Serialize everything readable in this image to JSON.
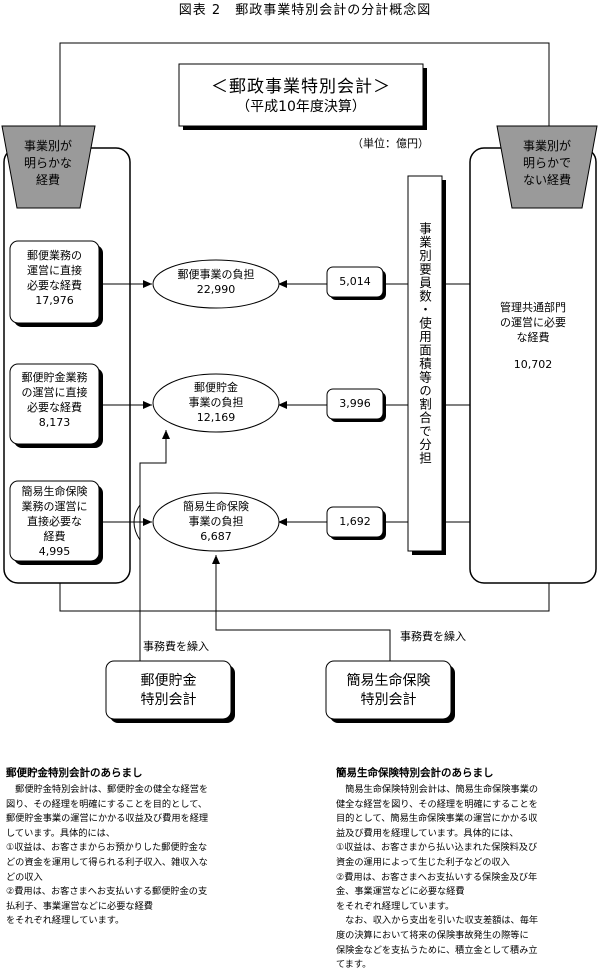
{
  "header": {
    "figure_title": "図表 2　郵政事業特別会計の分計概念図"
  },
  "main_title": {
    "line1": "＜郵政事業特別会計＞",
    "line2": "（平成10年度決算）"
  },
  "unit": "（単位：億円）",
  "left_header": {
    "line1": "事業別が",
    "line2": "明らかな",
    "line3": "経費"
  },
  "right_header": {
    "line1": "事業別が",
    "line2": "明らかで",
    "line3": "ない経費"
  },
  "left_boxes": [
    {
      "lines": [
        "郵便業務の",
        "運営に直接",
        "必要な経費"
      ],
      "value": "17,976"
    },
    {
      "lines": [
        "郵便貯金業務",
        "の運営に直接",
        "必要な経費"
      ],
      "value": "8,173"
    },
    {
      "lines": [
        "簡易生命保険",
        "業務の運営に",
        "直接必要な",
        "経費"
      ],
      "value": "4,995"
    }
  ],
  "ellipses": [
    {
      "lines": [
        "郵便事業の負担"
      ],
      "value": "22,990"
    },
    {
      "lines": [
        "郵便貯金",
        "事業の負担"
      ],
      "value": "12,169"
    },
    {
      "lines": [
        "簡易生命保険",
        "事業の負担"
      ],
      "value": "6,687"
    }
  ],
  "mid_values": [
    "5,014",
    "3,996",
    "1,692"
  ],
  "vertical_label": "事業別要員数・使用面積等の割合で分担",
  "right_box": {
    "lines": [
      "管理共通部門",
      "の運営に必要",
      "な経費"
    ],
    "value": "10,702"
  },
  "transfer_labels": {
    "left": "事務費を繰入",
    "right": "事務費を繰入"
  },
  "accounts": [
    {
      "line1": "郵便貯金",
      "line2": "特別会計"
    },
    {
      "line1": "簡易生命保険",
      "line2": "特別会計"
    }
  ],
  "notes": [
    {
      "heading": "郵便貯金特別会計のあらまし",
      "text": "　郵便貯金特別会計は、郵便貯金の健全な経営を\n図り、その経理を明確にすることを目的として、\n郵便貯金事業の運営にかかる収益及び費用を経理\nしています。具体的には、\n①収益は、お客さまからお預かりした郵便貯金な\nどの資金を運用して得られる利子収入、雑収入な\nどの収入\n②費用は、お客さまへお支払いする郵便貯金の支\n払利子、事業運営などに必要な経費\nをそれぞれ経理しています。"
    },
    {
      "heading": "簡易生命保険特別会計のあらまし",
      "text": "　簡易生命保険特別会計は、簡易生命保険事業の\n健全な経営を図り、その経理を明確にすることを\n目的として、簡易生命保険事業の運営にかかる収\n益及び費用を経理しています。具体的には、\n①収益は、お客さまから払い込まれた保険料及び\n資金の運用によって生じた利子などの収入\n②費用は、お客さまへお支払いする保険金及び年\n金、事業運営などに必要な経費\nをそれぞれ経理しています。\n　なお、収入から支出を引いた収支差額は、毎年\n度の決算において将来の保険事故発生の際等に\n保険金などを支払うために、積立金として積み立\nてます。"
    }
  ]
}
